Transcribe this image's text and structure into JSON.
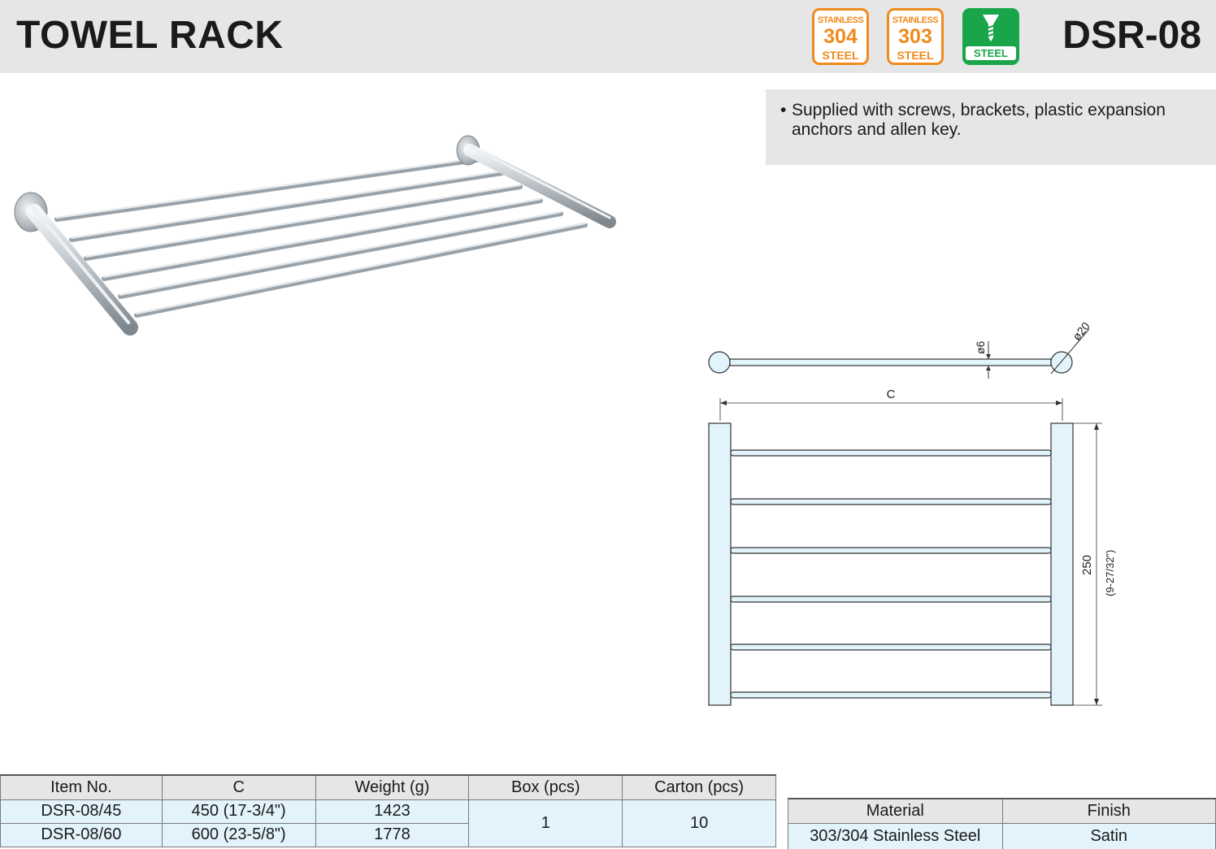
{
  "header": {
    "title": "TOWEL RACK",
    "model": "DSR-08",
    "badges": [
      {
        "top": "STAINLESS",
        "number": "304",
        "bottom": "STEEL",
        "color": "#f08a1c"
      },
      {
        "top": "STAINLESS",
        "number": "303",
        "bottom": "STEEL",
        "color": "#f08a1c"
      },
      {
        "icon": "screw-icon",
        "bottom": "STEEL",
        "color": "#1aa54a"
      }
    ]
  },
  "notes": {
    "bullet": "•",
    "text": "Supplied with screws, brackets, plastic expansion anchors and allen key."
  },
  "drawing": {
    "rod_diameter": "ø6",
    "flange_diameter": "ø20",
    "width_label": "C",
    "depth_mm": "250",
    "depth_in": "(9-27/32\")",
    "rods": 6
  },
  "spec_table": {
    "headers": [
      "Item No.",
      "C",
      "Weight (g)",
      "Box (pcs)",
      "Carton (pcs)"
    ],
    "rows": [
      {
        "item": "DSR-08/45",
        "c": "450 (17-3/4\")",
        "weight": "1423"
      },
      {
        "item": "DSR-08/60",
        "c": "600 (23-5/8\")",
        "weight": "1778"
      }
    ],
    "box": "1",
    "carton": "10"
  },
  "material_table": {
    "headers": [
      "Material",
      "Finish"
    ],
    "material": "303/304 Stainless Steel",
    "finish": "Satin"
  },
  "colors": {
    "header_bg": "#e6e6e6",
    "cell_bg": "#e2f3fb",
    "orange": "#f08a1c",
    "green": "#1aa54a"
  }
}
